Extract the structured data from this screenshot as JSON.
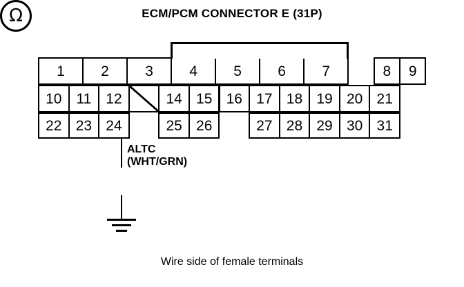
{
  "diagram": {
    "title": "ECM/PCM CONNECTOR E (31P)",
    "caption": "Wire side of female terminals",
    "connector": {
      "total_columns": 12,
      "rows": [
        {
          "name": "row-1",
          "cells": [
            {
              "label": "1",
              "type": "terminal",
              "col": 0,
              "span": 1.714
            },
            {
              "label": "2",
              "type": "terminal",
              "col": 1.714,
              "span": 1.714
            },
            {
              "label": "3",
              "type": "terminal",
              "col": 3.428,
              "span": 1.714
            },
            {
              "label": "4",
              "type": "terminal",
              "col": 5.142,
              "span": 1.714
            },
            {
              "label": "5",
              "type": "terminal",
              "col": 6.856,
              "span": 1.714
            },
            {
              "label": "6",
              "type": "terminal",
              "col": 8.57,
              "span": 1.714
            },
            {
              "label": "7",
              "type": "terminal",
              "col": 10.284,
              "span": 1.714
            },
            {
              "label": "",
              "type": "empty",
              "col": 12.0,
              "span": 1.0
            },
            {
              "label": "8",
              "type": "terminal",
              "col": 13.0,
              "span": 1.0
            },
            {
              "label": "9",
              "type": "terminal",
              "col": 14.0,
              "span": 1.0
            }
          ]
        },
        {
          "name": "row-2",
          "cells": [
            {
              "label": "10",
              "type": "terminal",
              "col": 0,
              "span": 1
            },
            {
              "label": "11",
              "type": "terminal",
              "col": 1,
              "span": 1
            },
            {
              "label": "12",
              "type": "terminal",
              "col": 2,
              "span": 1
            },
            {
              "label": "",
              "type": "slash",
              "col": 3,
              "span": 1
            },
            {
              "label": "14",
              "type": "terminal",
              "col": 4,
              "span": 1
            },
            {
              "label": "15",
              "type": "terminal",
              "col": 5,
              "span": 1
            },
            {
              "label": "16",
              "type": "terminal",
              "col": 6,
              "span": 1
            },
            {
              "label": "17",
              "type": "terminal",
              "col": 7,
              "span": 1
            },
            {
              "label": "18",
              "type": "terminal",
              "col": 8,
              "span": 1
            },
            {
              "label": "19",
              "type": "terminal",
              "col": 9,
              "span": 1
            },
            {
              "label": "20",
              "type": "terminal",
              "col": 10,
              "span": 1
            },
            {
              "label": "21",
              "type": "terminal",
              "col": 11,
              "span": 1
            }
          ]
        },
        {
          "name": "row-3",
          "cells": [
            {
              "label": "22",
              "type": "terminal",
              "col": 0,
              "span": 1
            },
            {
              "label": "23",
              "type": "terminal",
              "col": 1,
              "span": 1
            },
            {
              "label": "24",
              "type": "terminal",
              "col": 2,
              "span": 1
            },
            {
              "label": "",
              "type": "empty",
              "col": 3,
              "span": 1
            },
            {
              "label": "25",
              "type": "terminal",
              "col": 4,
              "span": 1
            },
            {
              "label": "26",
              "type": "terminal",
              "col": 5,
              "span": 1
            },
            {
              "label": "",
              "type": "empty",
              "col": 6,
              "span": 1
            },
            {
              "label": "27",
              "type": "terminal",
              "col": 7,
              "span": 1
            },
            {
              "label": "28",
              "type": "terminal",
              "col": 8,
              "span": 1
            },
            {
              "label": "29",
              "type": "terminal",
              "col": 9,
              "span": 1
            },
            {
              "label": "30",
              "type": "terminal",
              "col": 10,
              "span": 1
            },
            {
              "label": "31",
              "type": "terminal",
              "col": 11,
              "span": 1
            }
          ]
        }
      ],
      "bracket": {
        "from_col": 5.142,
        "to_col": 12.0
      }
    },
    "probe": {
      "terminal": "24",
      "signal_name": "ALTC",
      "wire_color": "(WHT/GRN)",
      "instrument": "ohmmeter",
      "instrument_symbol": "Ω",
      "has_ground": true
    },
    "colors": {
      "line": "#000000",
      "background": "#ffffff"
    }
  }
}
